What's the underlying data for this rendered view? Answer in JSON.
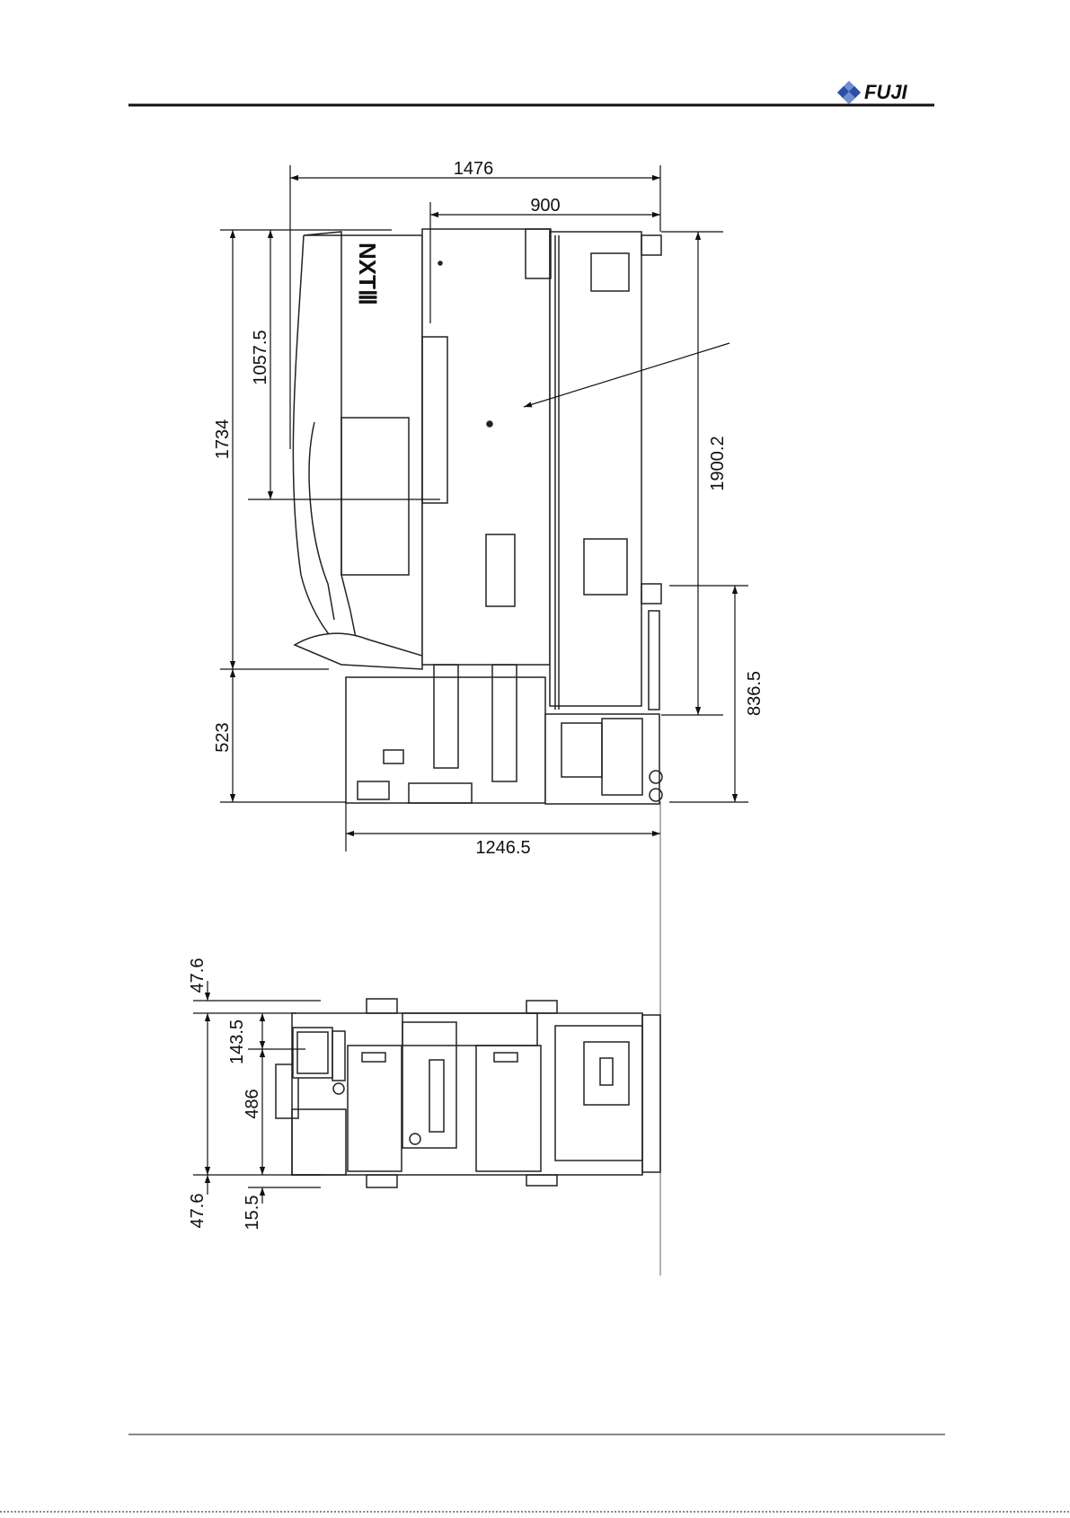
{
  "header": {
    "logo_text": "FUJI",
    "brand_color": "#1f3f8f"
  },
  "side_view": {
    "model_mark": "NXTⅢ",
    "dims": {
      "overall_width": "1476",
      "body_width": "900",
      "total_height_left": "1734",
      "head_height": "1057.5",
      "base_height": "523",
      "total_height_right": "1900.2",
      "conveyor_height": "836.5",
      "base_width": "1246.5"
    }
  },
  "top_view": {
    "dims": {
      "top_margin": "47.6",
      "screen_offset": "143.5",
      "body_depth": "486",
      "bottom_margin": "47.6",
      "bottom_offset": "15.5"
    }
  }
}
